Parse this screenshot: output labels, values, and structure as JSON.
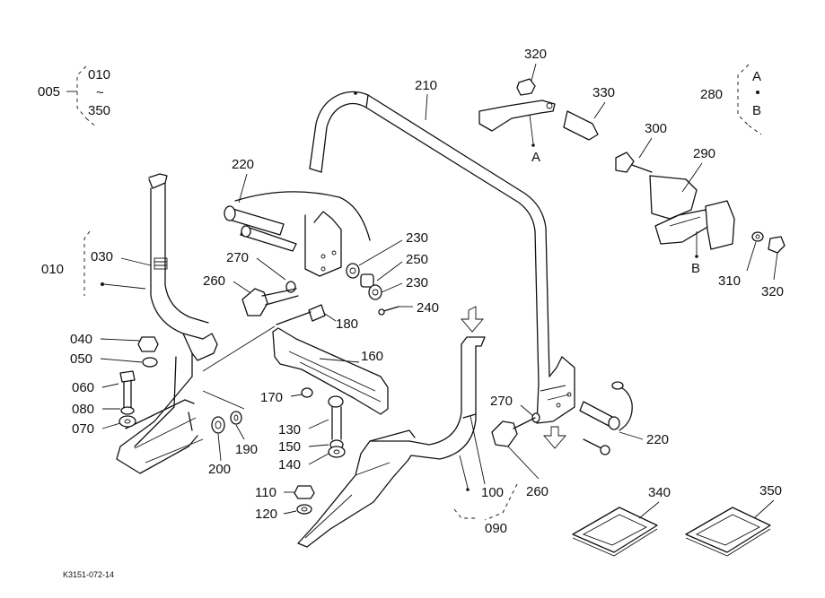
{
  "drawing_code": "K3151-072-14",
  "groups": {
    "g005": {
      "parent": "005",
      "from": "010",
      "tilde": "~",
      "to": "350"
    },
    "g280": {
      "parent": "280",
      "a": "A",
      "b": "B"
    },
    "g010": {
      "parent": "010",
      "child": "030"
    },
    "g090": {
      "parent": "090"
    }
  },
  "parts": {
    "p210": "210",
    "p320a": "320",
    "p330": "330",
    "pA": "A",
    "p300": "300",
    "p290": "290",
    "pB": "B",
    "p310": "310",
    "p320b": "320",
    "p220a": "220",
    "p230a": "230",
    "p250": "250",
    "p230b": "230",
    "p240": "240",
    "p270a": "270",
    "p260a": "260",
    "p180": "180",
    "p160": "160",
    "p040": "040",
    "p050": "050",
    "p060": "060",
    "p080": "080",
    "p070": "070",
    "p170": "170",
    "p130": "130",
    "p150": "150",
    "p140": "140",
    "p200": "200",
    "p190": "190",
    "p110": "110",
    "p120": "120",
    "p270b": "270",
    "p220b": "220",
    "p260b": "260",
    "p100": "100",
    "p340": "340",
    "p350": "350"
  }
}
